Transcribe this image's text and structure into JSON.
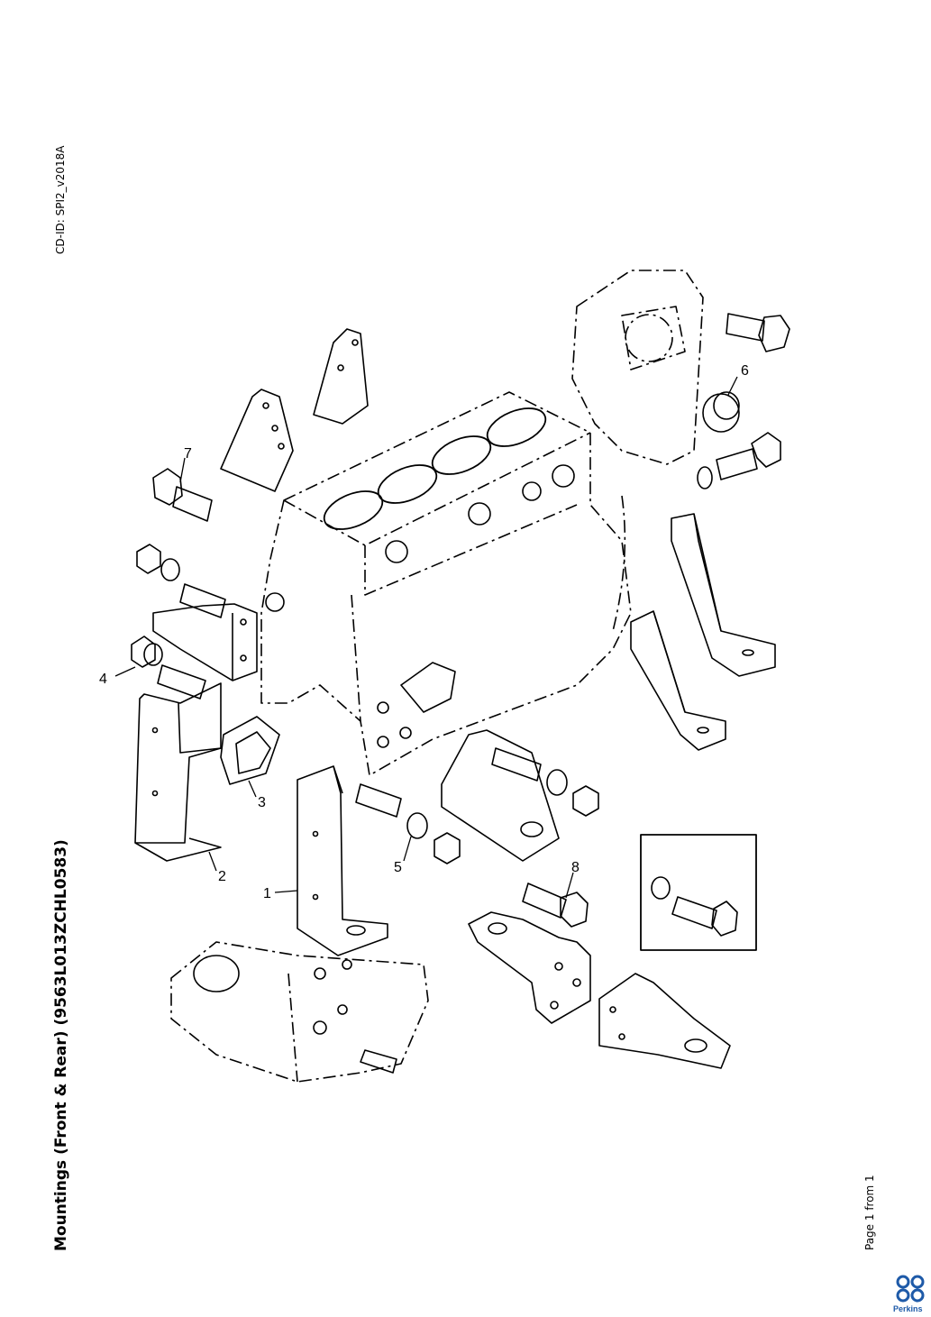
{
  "document": {
    "cd_id": "CD-ID: SPI2_v2018A",
    "title": "Mountings (Front & Rear) (9563L013ZCHL0583)",
    "page_label": "Page 1 from 1",
    "brand": "Perkins"
  },
  "callouts": [
    "1",
    "2",
    "3",
    "4",
    "5",
    "6",
    "7",
    "8"
  ],
  "colors": {
    "line": "#000000",
    "brand": "#1e5aa8"
  }
}
